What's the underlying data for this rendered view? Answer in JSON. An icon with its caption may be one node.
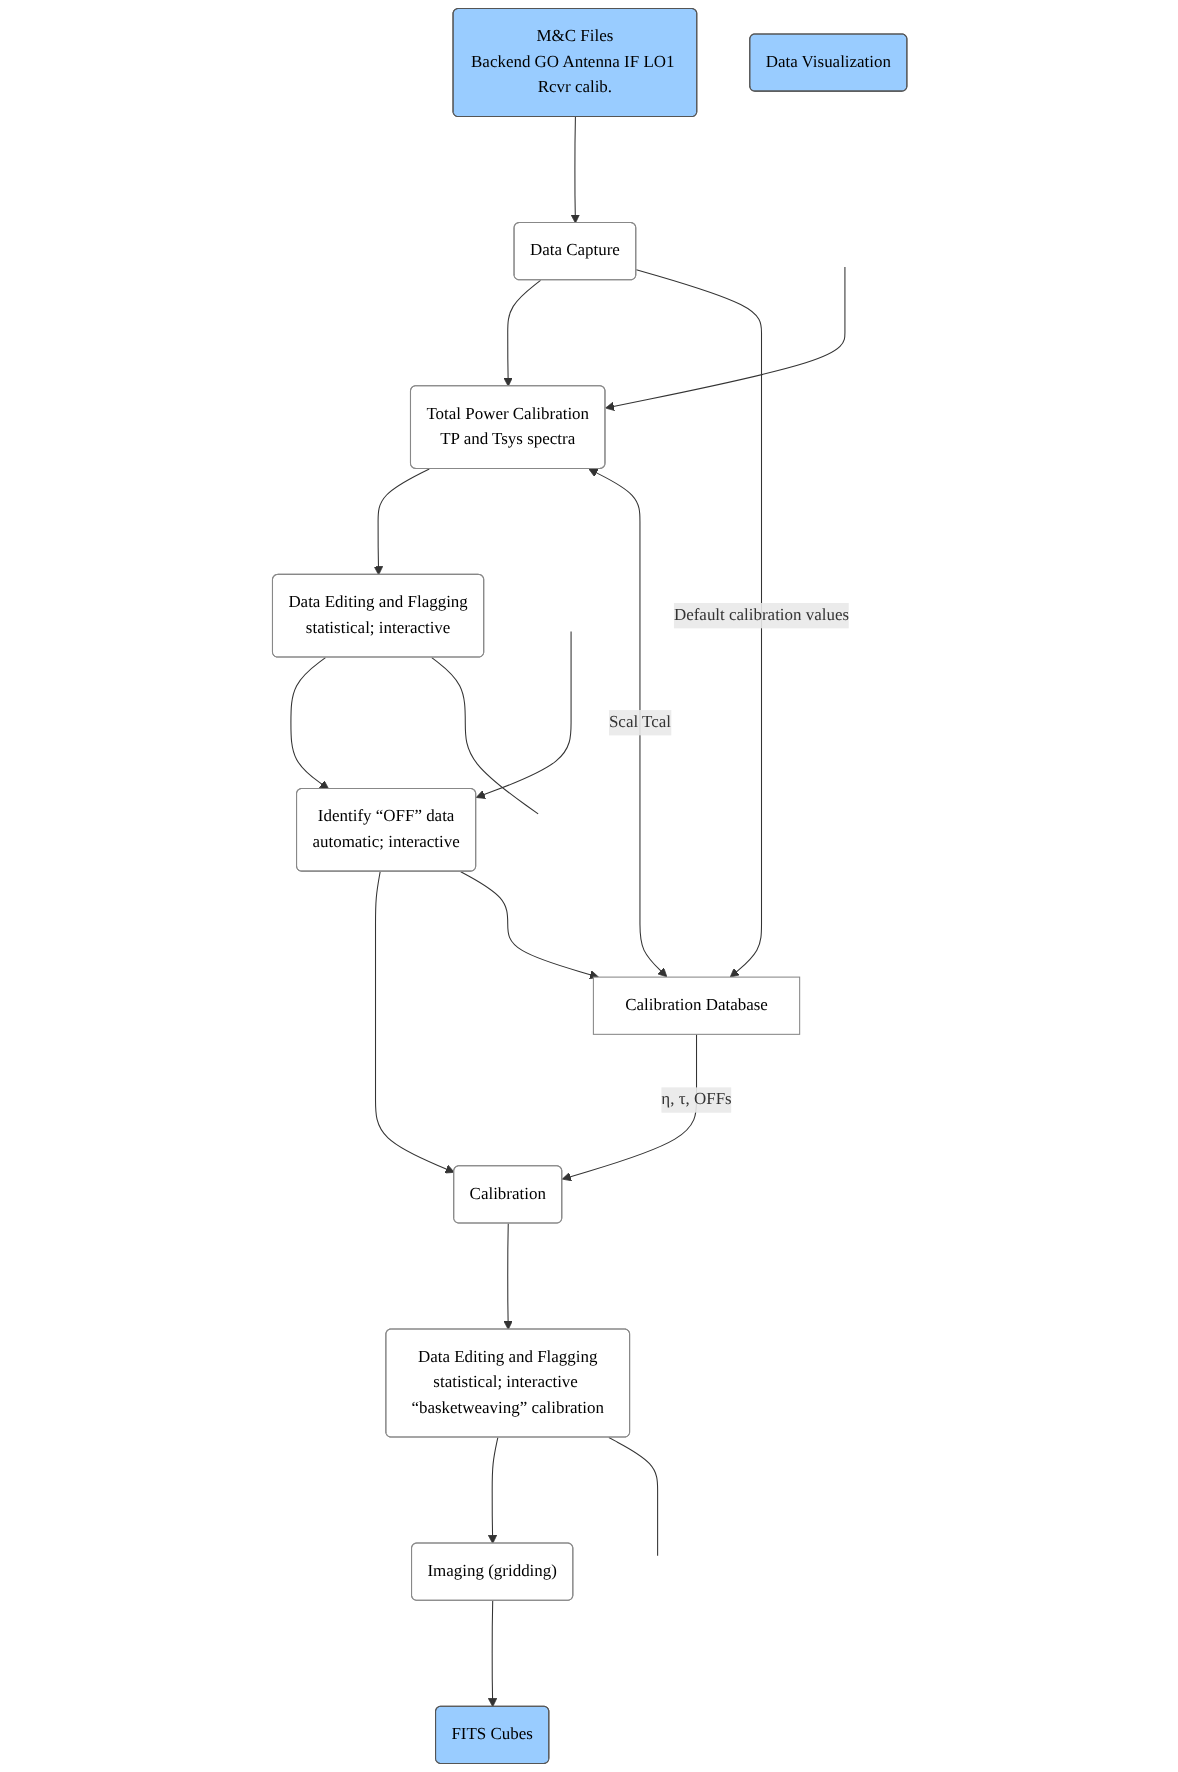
{
  "diagram": {
    "nodes": [
      {
        "text": [
          "M&C Files",
          "Backend GO Antenna IF LO1 Rcvr calib."
        ]
      },
      {
        "text": [
          "Data Capture"
        ]
      },
      {
        "text": [
          "Total Power Calibration",
          "TP and Tsys spectra"
        ]
      },
      {
        "text": [
          "Data Editing and Flagging",
          "statistical; interactive"
        ]
      },
      {
        "text": [
          "Identify “OFF” data",
          "automatic; interactive"
        ]
      },
      {
        "text": [
          "Calibration"
        ]
      },
      {
        "text": [
          "Data Editing and Flagging",
          "statistical; interactive “basketweaving” calibration"
        ]
      },
      {
        "text": [
          "Imaging (gridding)"
        ]
      },
      {
        "text": [
          "FITS Cubes"
        ]
      },
      {
        "text": [
          "Calibration Database"
        ]
      },
      {
        "text": [
          "Data Visualization"
        ]
      }
    ],
    "edges": [
      {
        "from": 0,
        "to": 1,
        "arrow": "to"
      },
      {
        "from": 1,
        "to": 2,
        "arrow": "to"
      },
      {
        "from": 2,
        "to": 3,
        "arrow": "to"
      },
      {
        "from": 3,
        "to": 4,
        "arrow": "to"
      },
      {
        "from": 4,
        "to": 5,
        "arrow": "to"
      },
      {
        "from": 5,
        "to": 6,
        "arrow": "to"
      },
      {
        "from": 6,
        "to": 7,
        "arrow": "to"
      },
      {
        "from": 7,
        "to": 8,
        "arrow": "to"
      },
      {
        "from": 1,
        "to": 9,
        "arrow": "to",
        "label": "Default calibration values"
      },
      {
        "from": 9,
        "to": 2,
        "arrow": "both",
        "label": "Scal Tcal"
      },
      {
        "from": 4,
        "to": 9,
        "arrow": "to"
      },
      {
        "from": 9,
        "to": 5,
        "arrow": "to",
        "label": "η, τ, OFFs"
      },
      {
        "from": null,
        "to": 2,
        "arrow": "to"
      },
      {
        "from": 3,
        "to": null,
        "arrow": "none"
      },
      {
        "from": null,
        "to": 4,
        "arrow": "to"
      },
      {
        "from": 6,
        "to": null,
        "arrow": "none"
      }
    ]
  }
}
